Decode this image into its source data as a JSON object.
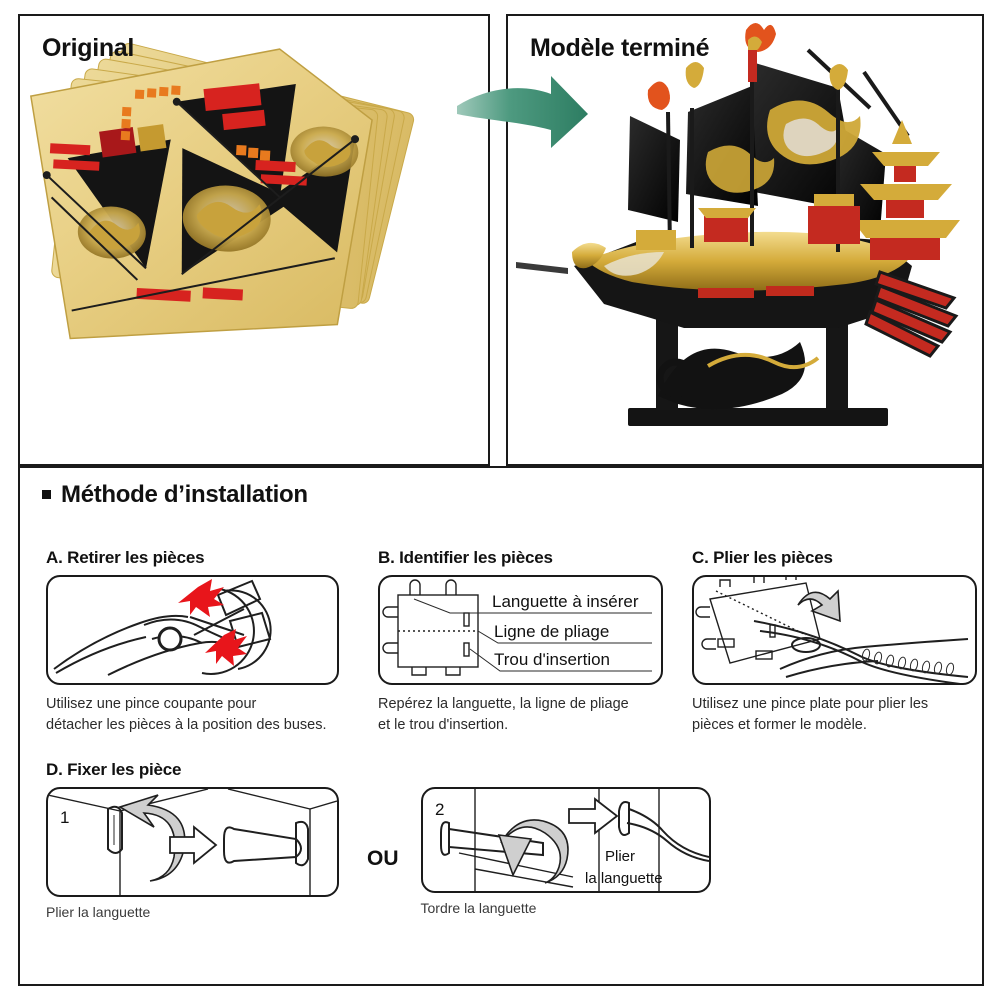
{
  "panels": {
    "original": {
      "title": "Original",
      "image_alt": "stack-of-gold-and-black-etched-metal-model-kit-sheets"
    },
    "finished": {
      "title": "Modèle terminé",
      "image_alt": "assembled-black-and-gold-chinese-dragon-sailing-ship-model-on-stand"
    },
    "arrow": {
      "name": "green-curved-arrow",
      "color": "#2d7d62"
    }
  },
  "instructions": {
    "heading": "Méthode d’installation",
    "steps": [
      {
        "id": "a",
        "title": "A. Retirer les pièces",
        "caption": "Utilisez une pince coupante pour\ndétacher les pièces à la position des buses.",
        "figure": "cutting-pliers-removing-part"
      },
      {
        "id": "b",
        "title": "B. Identifier les pièces",
        "caption": "Repérez la languette, la ligne de pliage\net le trou d'insertion.",
        "figure": "part-callout-diagram",
        "callouts": [
          "Languette à insérer",
          "Ligne de pliage",
          "Trou d'insertion"
        ]
      },
      {
        "id": "c",
        "title": "C. Plier les pièces",
        "caption": "Utilisez une pince plate pour plier les\npièces et former le modèle.",
        "figure": "flat-pliers-bending-part"
      }
    ],
    "step_d": {
      "title": "D. Fixer les pièce",
      "or_label": "OU",
      "options": [
        {
          "number": "1",
          "caption": "Plier la languette",
          "figure": "fold-tab-diagram"
        },
        {
          "number": "2",
          "caption": "Tordre la languette",
          "figure": "twist-tab-diagram",
          "inline_label_line1": "Plier",
          "inline_label_line2": "la languette"
        }
      ]
    }
  },
  "colors": {
    "border": "#1a1a1a",
    "text": "#111111",
    "accent_green": "#2d7d62",
    "spark_red": "#e8151b",
    "arrow_grey": "#cfcfcf"
  }
}
